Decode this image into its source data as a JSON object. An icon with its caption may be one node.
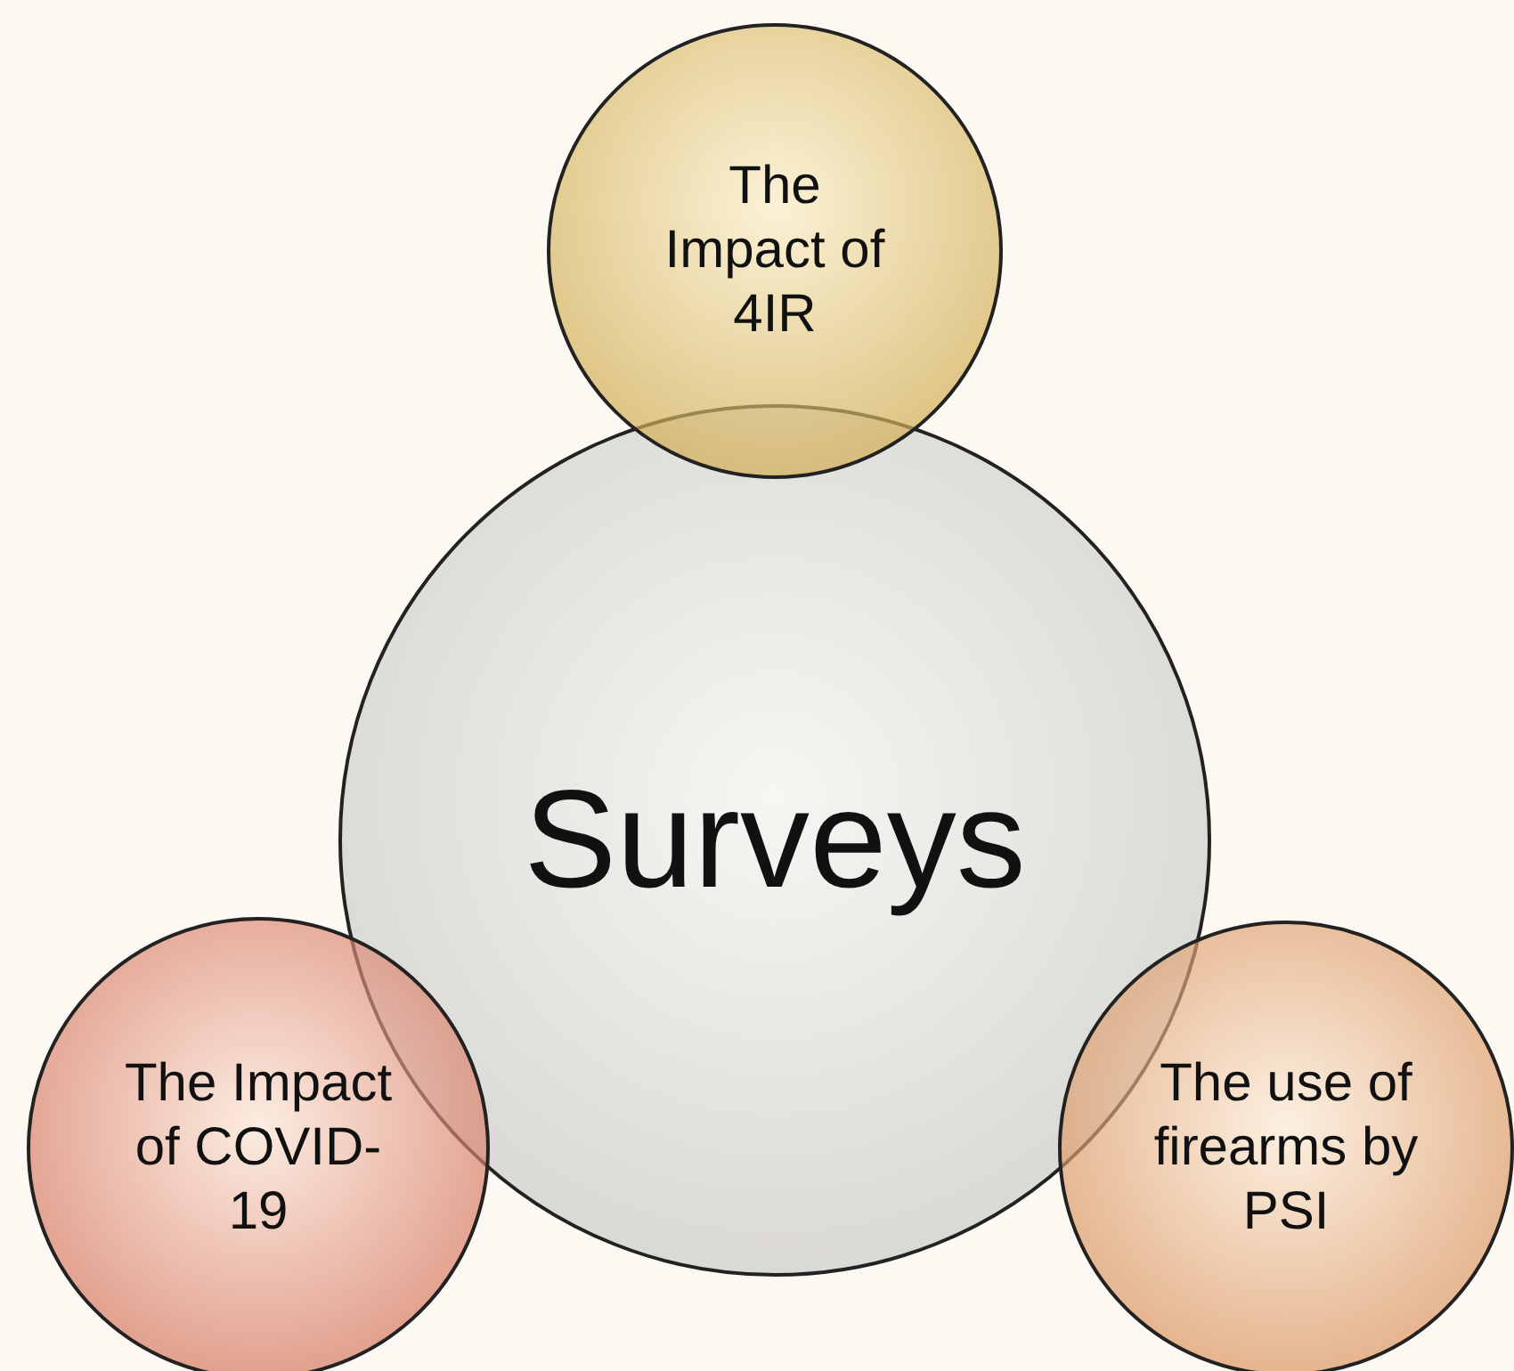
{
  "diagram": {
    "nodes": [
      {
        "text": [
          "The Impact of 4IR"
        ]
      },
      {
        "text": [
          "Surveys"
        ]
      },
      {
        "text": [
          "The Impact of COVID-19"
        ]
      },
      {
        "text": [
          "The use of firearms by PSI"
        ]
      }
    ]
  }
}
